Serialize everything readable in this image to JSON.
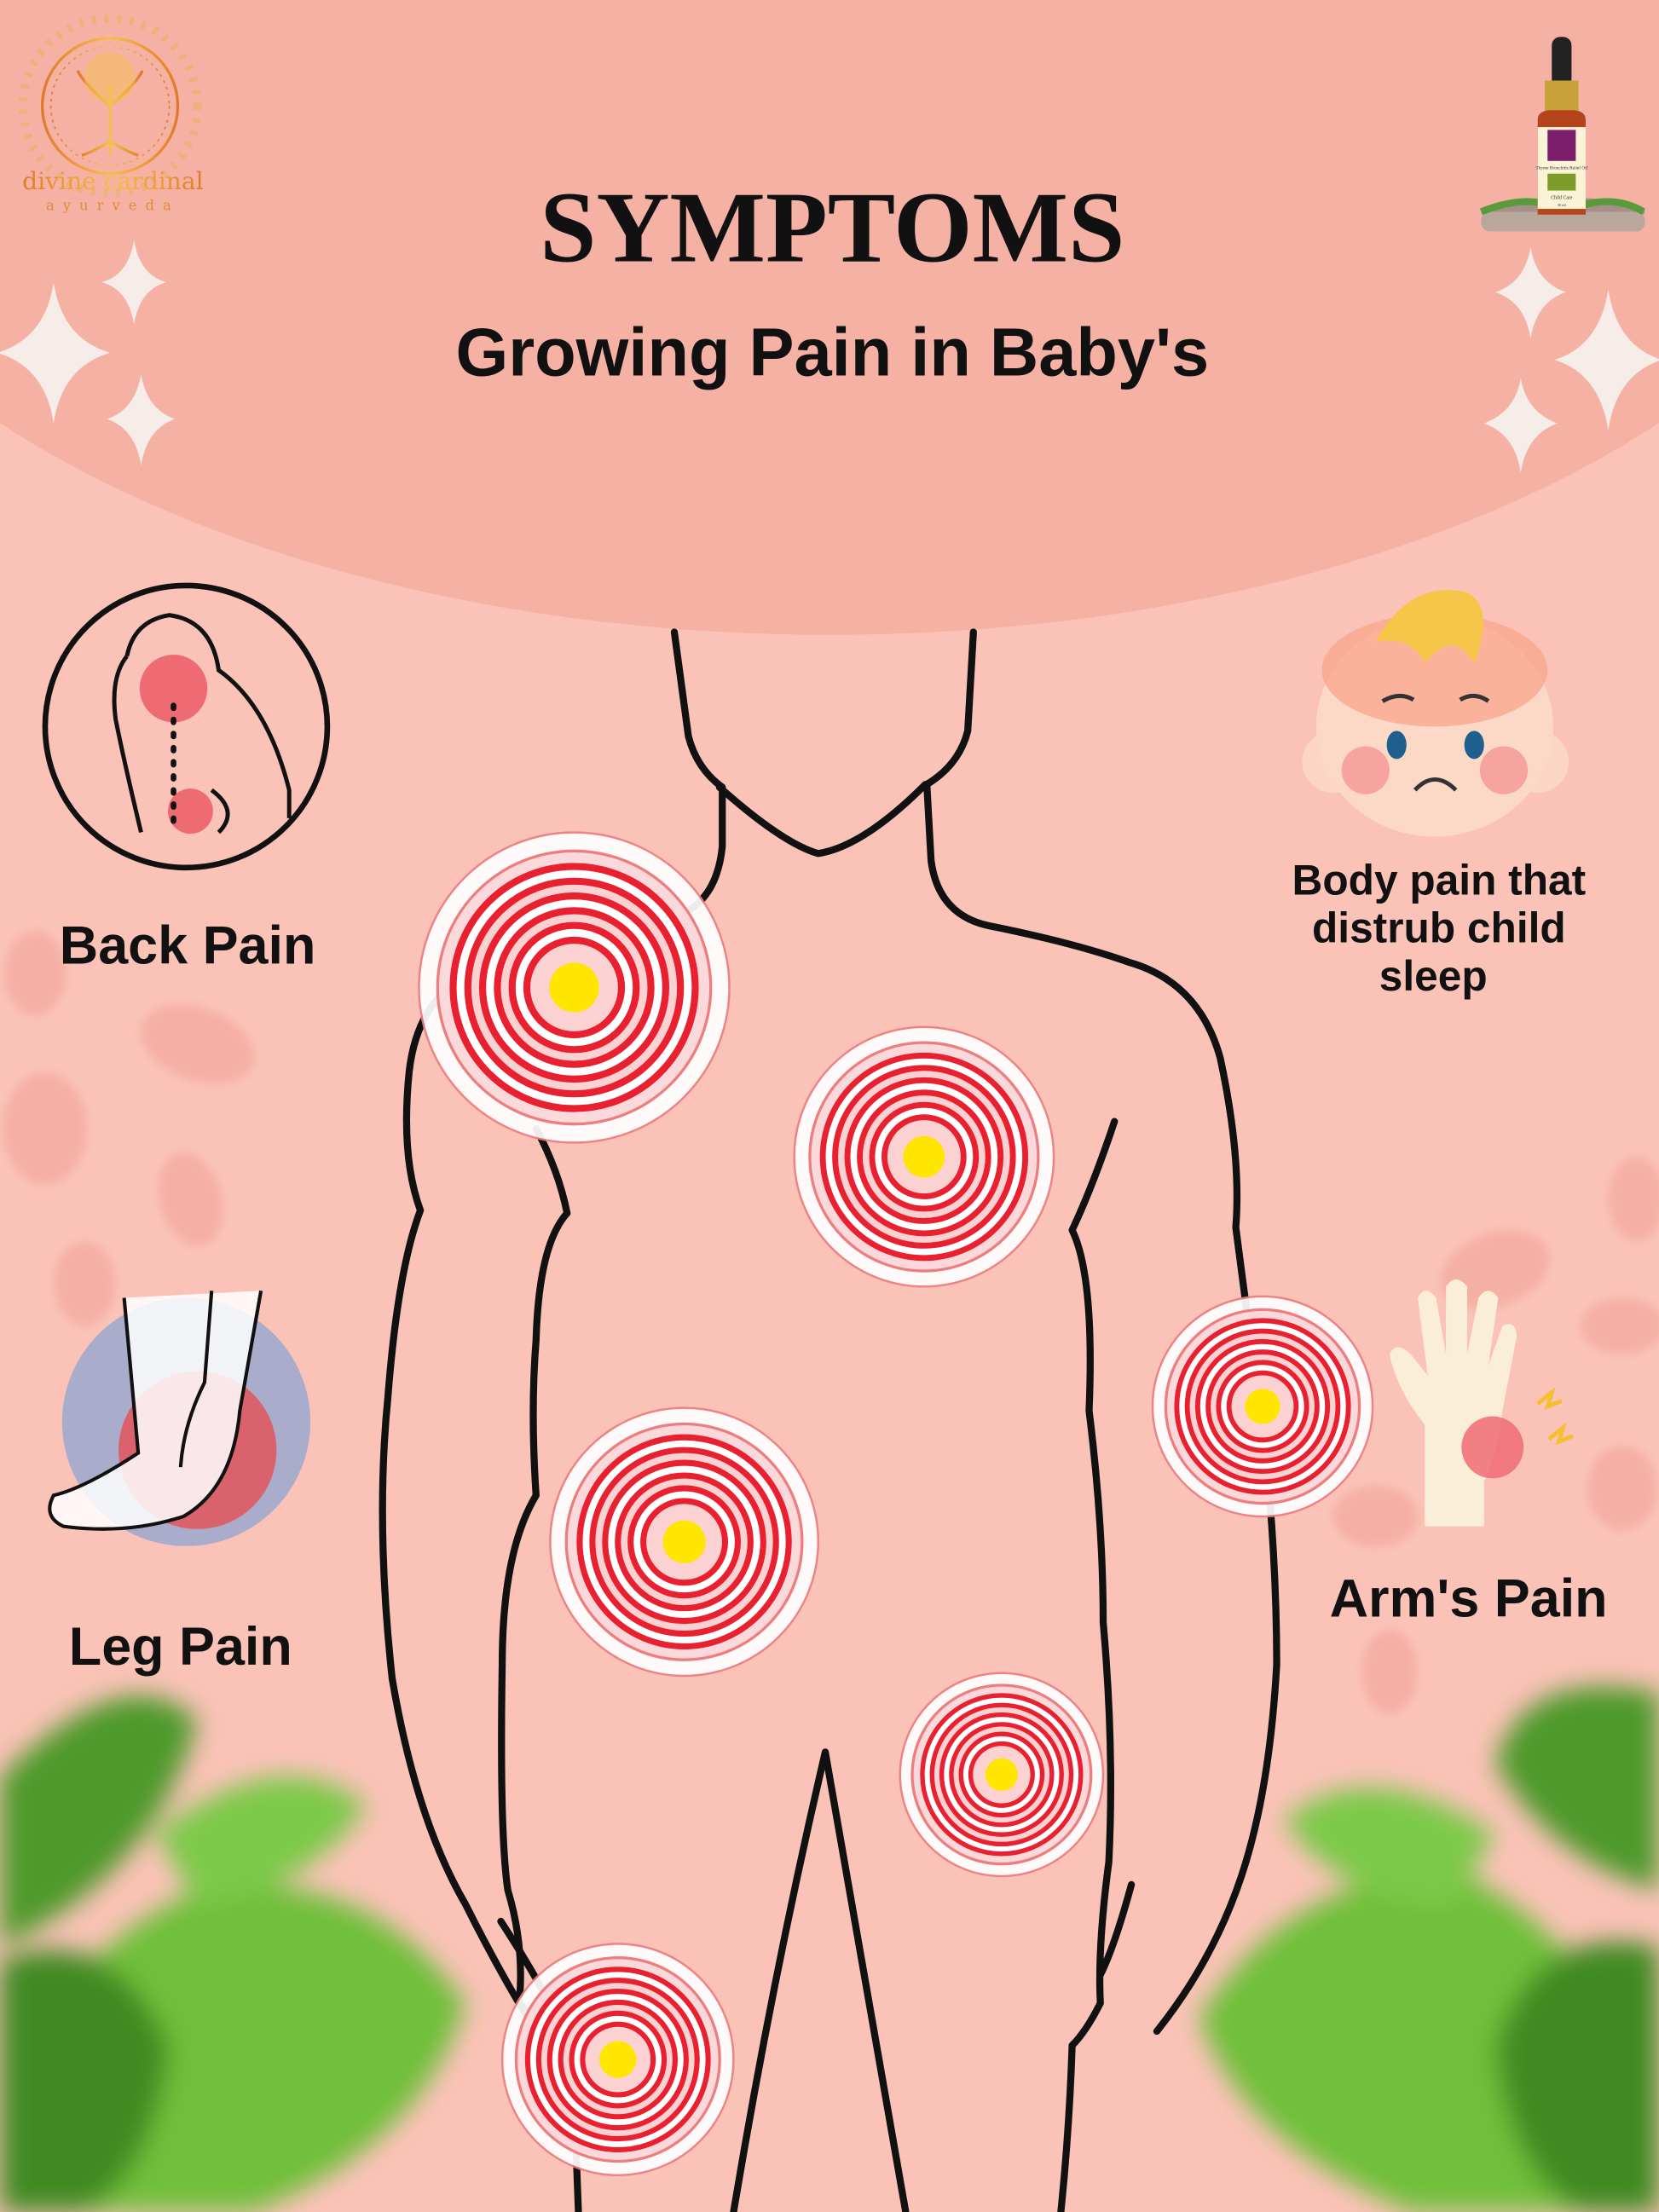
{
  "brand": {
    "name": "divine cardinal",
    "tagline": "ayurveda"
  },
  "product": {
    "name": "Thyme Bronchitis Relief Oil",
    "category": "Child Care",
    "volume": "30 ml"
  },
  "header": {
    "title": "SYMPTOMS",
    "subtitle": "Growing Pain in Baby's"
  },
  "symptoms": {
    "back": "Back Pain",
    "leg": "Leg Pain",
    "arm": "Arm's Pain",
    "sleep": [
      "Body pain that",
      "distrub child",
      "sleep"
    ]
  },
  "colors": {
    "background": "#fbc3b8",
    "header_ellipse": "#f6b1a5",
    "pain_red": "#e8202f",
    "pain_core": "#ffe600",
    "leaf": "#6fbf3a"
  }
}
